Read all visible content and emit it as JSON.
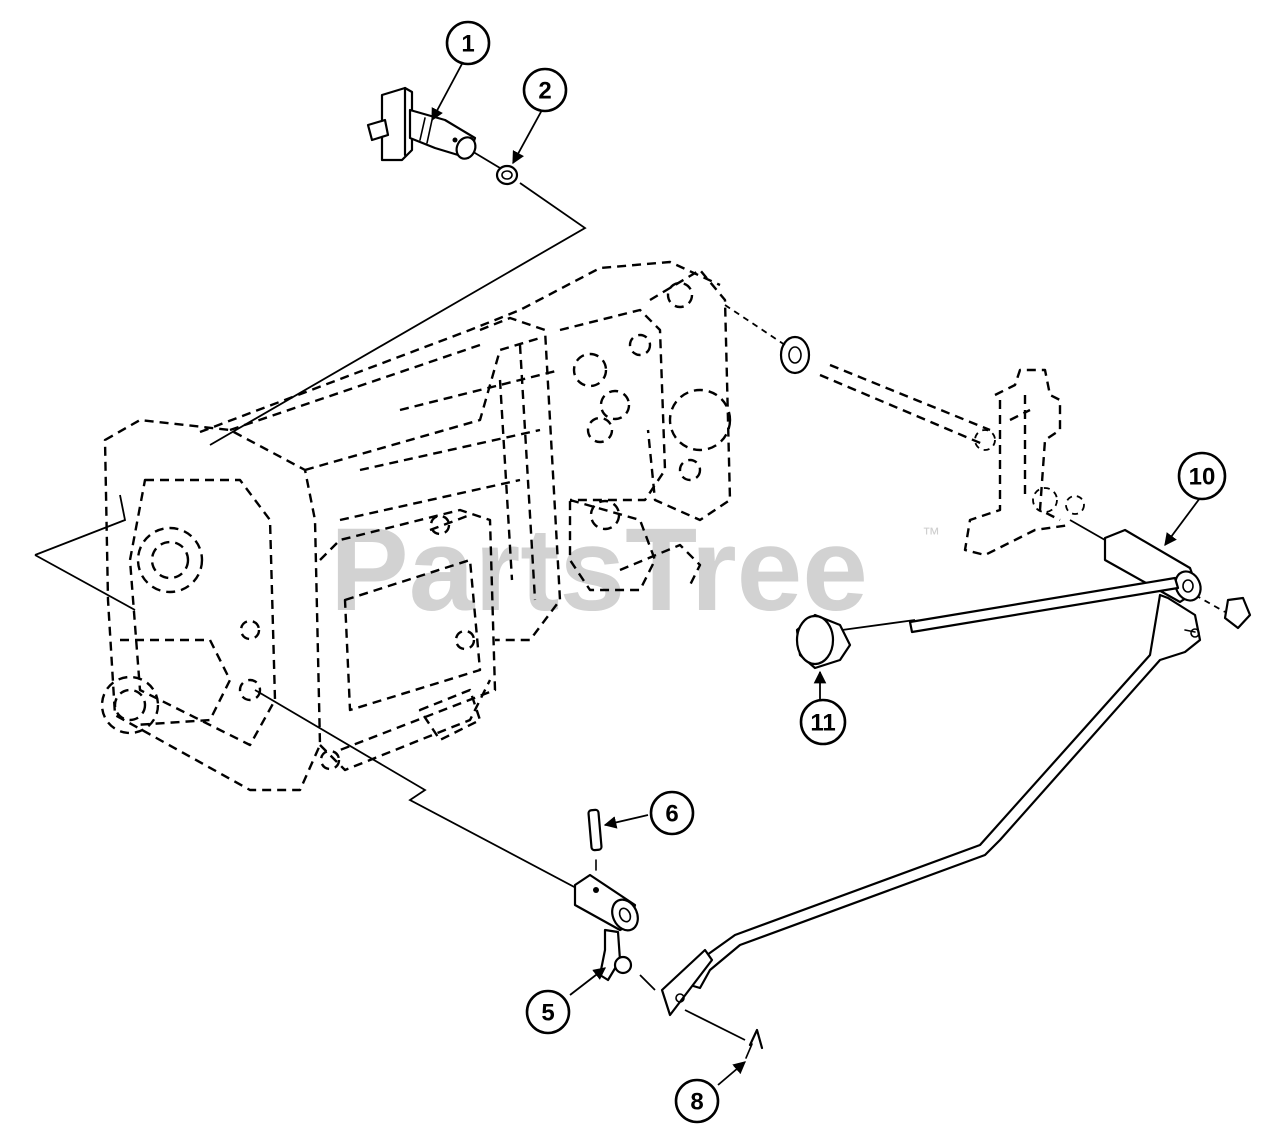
{
  "watermark": {
    "text": "PartsTree",
    "trademark": "™"
  },
  "callouts": [
    {
      "id": "c1",
      "label": "1"
    },
    {
      "id": "c2",
      "label": "2"
    },
    {
      "id": "c5",
      "label": "5"
    },
    {
      "id": "c6",
      "label": "6"
    },
    {
      "id": "c8",
      "label": "8"
    },
    {
      "id": "c10",
      "label": "10"
    },
    {
      "id": "c11",
      "label": "11"
    }
  ],
  "colors": {
    "ink": "#000000",
    "background": "#ffffff",
    "watermark": "#d2d2d2"
  }
}
